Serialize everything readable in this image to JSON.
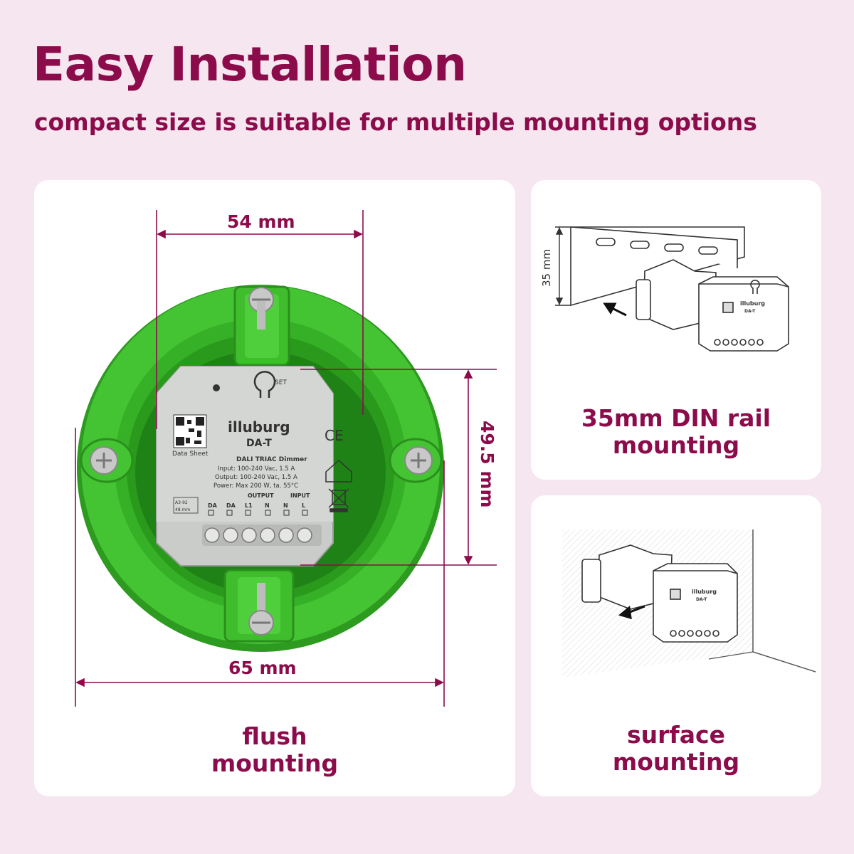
{
  "header": {
    "title": "Easy Installation",
    "subtitle": "compact size is suitable for multiple mounting options"
  },
  "flush_card": {
    "caption_line1": "flush",
    "caption_line2": "mounting",
    "dim_top": "54 mm",
    "dim_bottom": "65 mm",
    "dim_right": "49.5 mm"
  },
  "din_card": {
    "caption_line1": "35mm DIN rail",
    "caption_line2": "mounting",
    "dim_label": "35 mm"
  },
  "surface_card": {
    "caption_line1": "surface",
    "caption_line2": "mounting"
  },
  "device": {
    "brand": "illuburg",
    "model": "DA-T",
    "name": "DALI TRIAC Dimmer",
    "input": "Input: 100-240 Vac, 1.5 A",
    "output": "Output: 100-240 Vac, 1.5 A",
    "power": "Power: Max 200 W,  ta. 55°C",
    "qr_label": "Data Sheet",
    "set_label": "SET",
    "ce": "CE",
    "group_output": "OUTPUT",
    "group_input": "INPUT",
    "terminals": [
      "DA",
      "DA",
      "L1",
      "N",
      "N",
      "L"
    ],
    "small_code": "A3-92",
    "small_code2": "48 mm"
  },
  "colors": {
    "accent": "#8c0c4b",
    "background": "#f5e6ef",
    "box_green": "#3cbf2c",
    "device_grey": "#c9ccc8"
  }
}
